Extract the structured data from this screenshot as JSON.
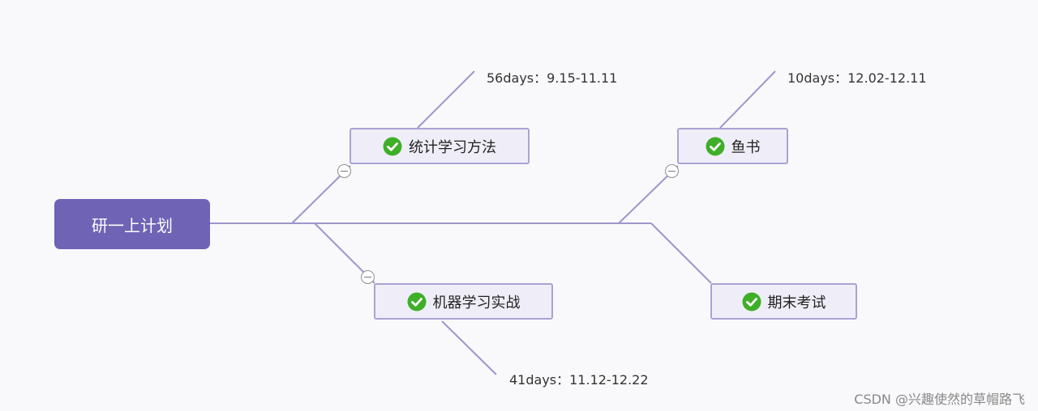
{
  "root": {
    "label": "研一上计划"
  },
  "topics": [
    {
      "label": "统计学习方法",
      "note": "56days：9.15-11.11"
    },
    {
      "label": "机器学习实战",
      "note": "41days：11.12-12.22"
    },
    {
      "label": "鱼书",
      "note": "10days：12.02-12.11"
    },
    {
      "label": "期末考试"
    }
  ],
  "watermark": "CSDN @兴趣使然的草帽路飞",
  "colors": {
    "root_fill": "#6f63b5",
    "topic_fill": "#efeef8",
    "topic_border": "#a9a3d4",
    "connector": "#9d97cc",
    "check_green": "#3fae29"
  }
}
